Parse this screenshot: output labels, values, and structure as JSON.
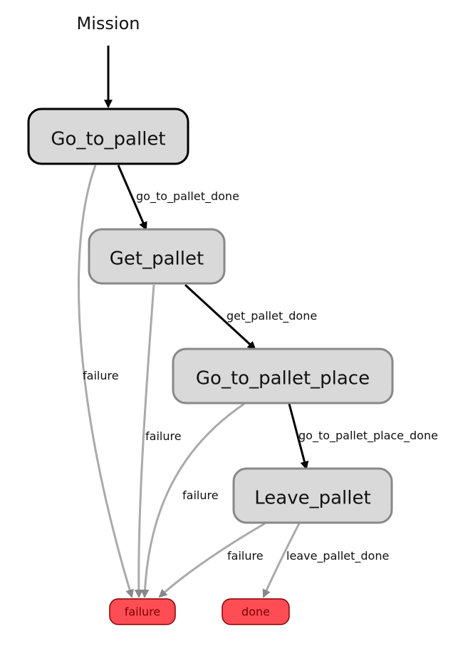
{
  "title": "Mission",
  "states": [
    {
      "id": "go_to_pallet",
      "label": "Go_to_pallet",
      "active": true
    },
    {
      "id": "get_pallet",
      "label": "Get_pallet",
      "active": false
    },
    {
      "id": "go_to_pallet_place",
      "label": "Go_to_pallet_place",
      "active": false
    },
    {
      "id": "leave_pallet",
      "label": "Leave_pallet",
      "active": false
    }
  ],
  "outcomes": [
    {
      "id": "failure",
      "label": "failure"
    },
    {
      "id": "done",
      "label": "done"
    }
  ],
  "transitions": [
    {
      "from": "go_to_pallet",
      "to": "get_pallet",
      "label": "go_to_pallet_done"
    },
    {
      "from": "get_pallet",
      "to": "go_to_pallet_place",
      "label": "get_pallet_done"
    },
    {
      "from": "go_to_pallet_place",
      "to": "leave_pallet",
      "label": "go_to_pallet_place_done"
    },
    {
      "from": "leave_pallet",
      "to": "done",
      "label": "leave_pallet_done"
    },
    {
      "from": "go_to_pallet",
      "to": "failure",
      "label": "failure"
    },
    {
      "from": "get_pallet",
      "to": "failure",
      "label": "failure"
    },
    {
      "from": "go_to_pallet_place",
      "to": "failure",
      "label": "failure"
    },
    {
      "from": "leave_pallet",
      "to": "failure",
      "label": "failure"
    }
  ],
  "colors": {
    "state_fill": "#d9d9d9",
    "active_border": "#000000",
    "inactive_border": "#888888",
    "main_edge": "#000000",
    "failure_edge": "#aaaaaa",
    "outcome_fill": "#ff4d55",
    "outcome_border": "#8a0000"
  }
}
